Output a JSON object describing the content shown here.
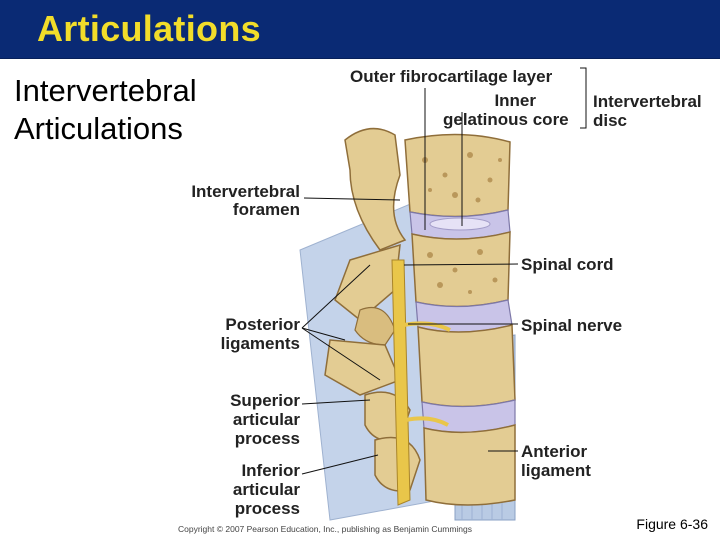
{
  "slide": {
    "title": "Articulations",
    "subtitle": "Intervertebral Articulations",
    "figure_note": "Figure 6-36",
    "copyright": "Copyright © 2007 Pearson Education, Inc., publishing as Benjamin Cummings"
  },
  "labels": {
    "outer_layer": "Outer fibrocartilage layer",
    "inner_core_1": "Inner",
    "inner_core_2": "gelatinous core",
    "disc_1": "Intervertebral",
    "disc_2": "disc",
    "foramen_1": "Intervertebral",
    "foramen_2": "foramen",
    "spinal_cord": "Spinal cord",
    "spinal_nerve": "Spinal nerve",
    "posterior_1": "Posterior",
    "posterior_2": "ligaments",
    "superior_1": "Superior",
    "superior_2": "articular",
    "superior_3": "process",
    "inferior_1": "Inferior",
    "inferior_2": "articular",
    "inferior_3": "process",
    "anterior_1": "Anterior",
    "anterior_2": "ligament"
  },
  "colors": {
    "title_bar": "#0a2a74",
    "title_text": "#f2dd2a",
    "bone": "#e3cc93",
    "bone_dark": "#b9975a",
    "disc": "#c9c4e8",
    "ligament": "#b9cbe4",
    "nerve": "#e9c64a"
  }
}
